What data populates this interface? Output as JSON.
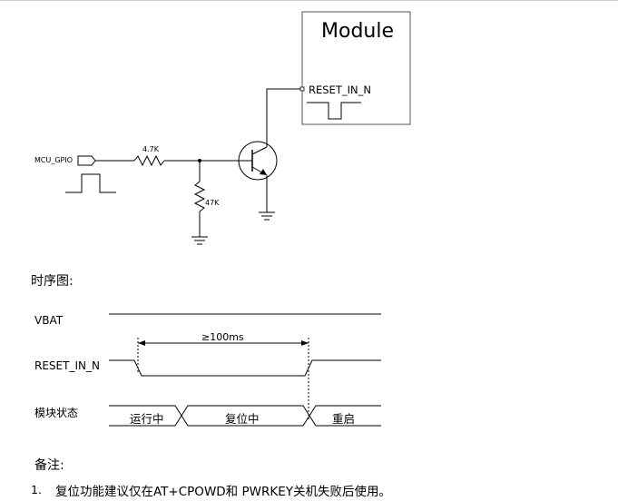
{
  "schematic": {
    "module_title": "Module",
    "reset_pin_label": "RESET_IN_N",
    "gpio_label": "MCU_GPIO",
    "resistor1_label": "4.7K",
    "resistor2_label": "47K"
  },
  "timing": {
    "section_title": "时序图:",
    "signals": {
      "vbat": "VBAT",
      "reset": "RESET_IN_N",
      "state": "模块状态"
    },
    "duration_label": "≥100ms",
    "states": {
      "running": "运行中",
      "resetting": "复位中",
      "restarting": "重启"
    }
  },
  "notes": {
    "title": "备注:",
    "items": [
      {
        "number": "1.",
        "text": "复位功能建议仅在AT+CPOWD和 PWRKEY关机失败后使用。"
      }
    ]
  }
}
